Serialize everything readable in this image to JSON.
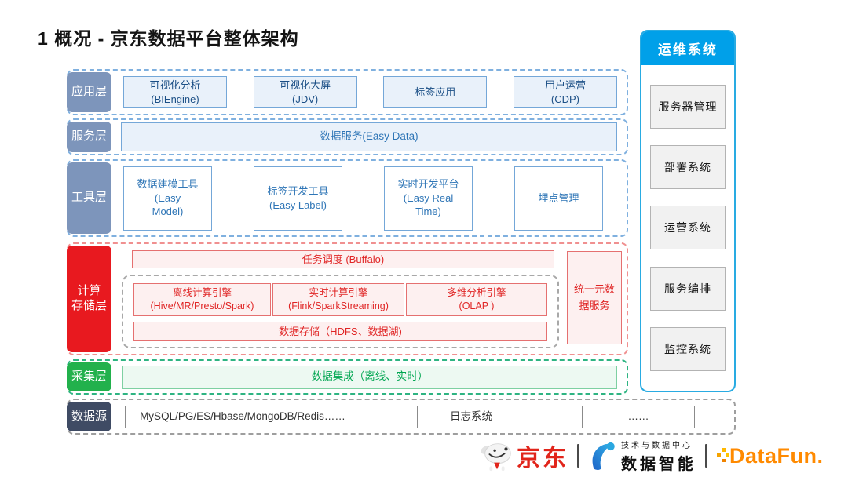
{
  "title": "1 概况 - 京东数据平台整体架构",
  "layers": {
    "app": {
      "label": "应用层",
      "items": [
        "可视化分析\n(BIEngine)",
        "可视化大屏\n(JDV)",
        "标签应用",
        "用户运营\n(CDP)"
      ]
    },
    "service": {
      "label": "服务层",
      "item": "数据服务(Easy Data)"
    },
    "tool": {
      "label": "工具层",
      "items": [
        "数据建模工具\n(Easy\nModel)",
        "标签开发工具\n(Easy Label)",
        "实时开发平台\n(Easy Real\nTime)",
        "埋点管理"
      ]
    },
    "compute": {
      "label": "计算\n存储层",
      "scheduler": "任务调度 (Buffalo)",
      "engines": [
        "离线计算引擎\n(Hive/MR/Presto/Spark)",
        "实时计算引擎\n(Flink/SparkStreaming)",
        "多维分析引擎\n(OLAP )"
      ],
      "storage": "数据存储（HDFS、数据湖)",
      "meta": "统一元数\n据服务"
    },
    "collect": {
      "label": "采集层",
      "item": "数据集成（离线、实时）"
    },
    "source": {
      "label": "数据源",
      "items": [
        "MySQL/PG/ES/Hbase/MongoDB/Redis……",
        "日志系统",
        "……"
      ]
    }
  },
  "ops": {
    "header": "运维系统",
    "items": [
      "服务器管理",
      "部署系统",
      "运营系统",
      "服务编排",
      "监控系统"
    ]
  },
  "footer": {
    "jd": "京东",
    "center_small": "技术与数据中心",
    "center_big": "数据智能",
    "datafun": "DataFun."
  },
  "colors": {
    "jd_red": "#e1251b",
    "ops_cyan": "#00a0e9",
    "layer_blue_gray": "#7d95bb",
    "layer_red": "#e8191f",
    "layer_green": "#22b14c",
    "layer_navy": "#3f4b64",
    "box_blue_border": "#74a7d8",
    "box_red_border": "#e57070",
    "datafun_orange": "#ff8a00"
  }
}
